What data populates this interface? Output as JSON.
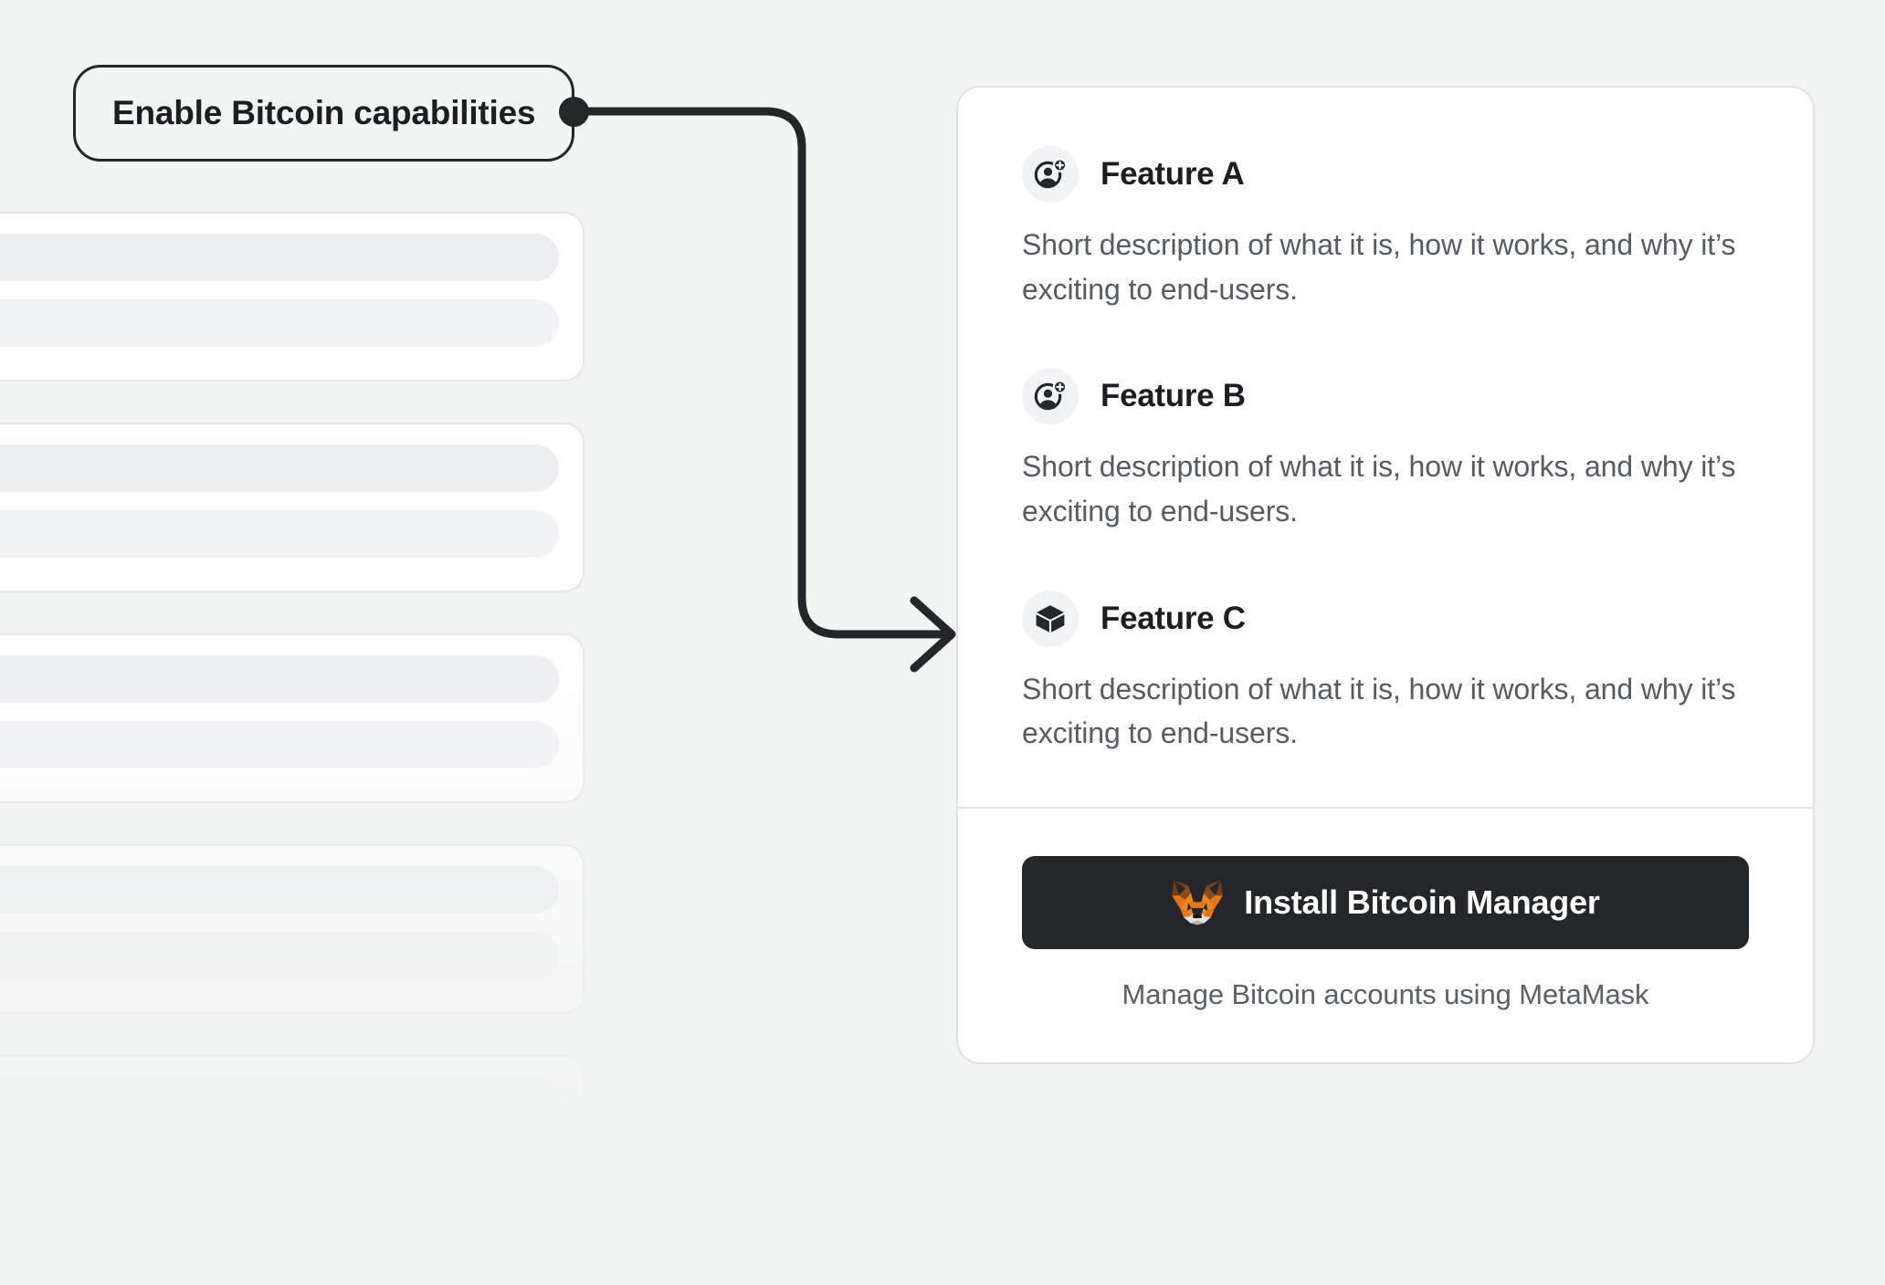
{
  "page": {
    "background_color": "#F3F4F4"
  },
  "callout": {
    "label": "Enable Bitcoin capabilities",
    "border_color": "#24272A",
    "connector_dot_color": "#24272A"
  },
  "connector": {
    "name": "elbow-arrow",
    "color": "#24272A",
    "arrowhead": "chevron-right"
  },
  "background_skeleton": {
    "card_count": 5,
    "card_background": "#FFFFFF",
    "card_border_color": "#E4E6E9",
    "bar_primary_color": "#ECEEF0",
    "bar_secondary_color": "#F2F3F5"
  },
  "card": {
    "background_color": "#FFFFFF",
    "border_color": "#DFE2E5",
    "divider_color": "#E1E4E7",
    "features": [
      {
        "icon": "add-user-icon",
        "title": "Feature A",
        "description": "Short description of what it is, how it works, and why it’s exciting to end-users."
      },
      {
        "icon": "add-user-icon",
        "title": "Feature B",
        "description": "Short description of what it is, how it works, and why it’s exciting to end-users."
      },
      {
        "icon": "cube-icon",
        "title": "Feature C",
        "description": "Short description of what it is, how it works, and why it’s exciting to end-users."
      }
    ],
    "footer": {
      "install_button": {
        "label": "Install Bitcoin Manager",
        "icon": "metamask-fox-icon",
        "background_color": "#24272A",
        "text_color": "#FFFFFF"
      },
      "caption": "Manage Bitcoin accounts using MetaMask"
    }
  },
  "icon_colors": {
    "badge_background": "#F1F3F5",
    "glyph": "#24272A",
    "fox_orange": "#E2761B",
    "fox_orange_light": "#F5841F",
    "fox_brown": "#763D16",
    "fox_cream": "#E4E2DE"
  }
}
